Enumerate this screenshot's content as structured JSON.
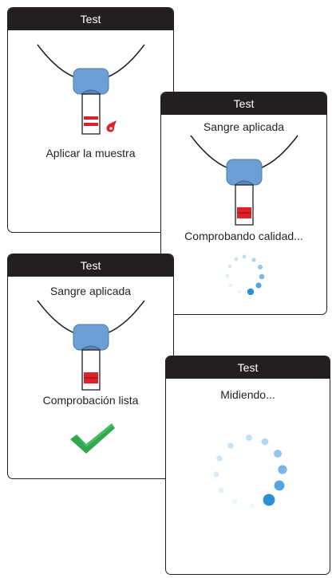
{
  "colors": {
    "header_bg": "#231f20",
    "header_text": "#ffffff",
    "strip_blue": "#6d9fd4",
    "strip_red": "#e0202a",
    "spinner_blue": "#2a8fd6",
    "check_green": "#2fa84f"
  },
  "screens": [
    {
      "header": "Test",
      "status": "",
      "message": "Aplicar la muestra",
      "icons": [
        "meter-strip-icon",
        "blood-drop-icon"
      ]
    },
    {
      "header": "Test",
      "status": "Sangre aplicada",
      "message": "Comprobando calidad...",
      "icons": [
        "meter-strip-icon",
        "loading-spinner-icon"
      ]
    },
    {
      "header": "Test",
      "status": "Sangre aplicada",
      "message": "Comprobación lista",
      "icons": [
        "meter-strip-icon",
        "checkmark-icon"
      ]
    },
    {
      "header": "Test",
      "status": "Midiendo...",
      "message": "",
      "icons": [
        "loading-spinner-icon"
      ]
    }
  ]
}
